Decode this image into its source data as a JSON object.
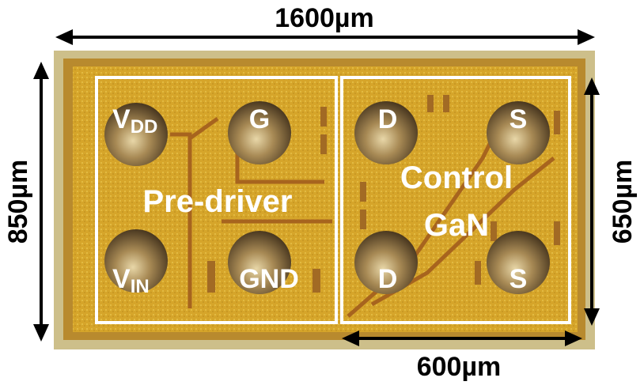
{
  "dimensions": {
    "width": "1600µm",
    "height": "850µm",
    "control_height": "650µm",
    "control_width": "600µm"
  },
  "blocks": {
    "predriver": {
      "label": "Pre-driver"
    },
    "control": {
      "label_line1": "Control",
      "label_line2": "GaN"
    }
  },
  "pads": {
    "vdd": {
      "main": "V",
      "sub": "DD"
    },
    "g": {
      "main": "G"
    },
    "vin": {
      "main": "V",
      "sub": "IN"
    },
    "gnd": {
      "main": "GND"
    },
    "d1": {
      "main": "D"
    },
    "s1": {
      "main": "S"
    },
    "d2": {
      "main": "D"
    },
    "s2": {
      "main": "S"
    }
  },
  "colors": {
    "die": "#d9a82a",
    "frame": "#c9b77a",
    "pad": "#6b5430"
  }
}
